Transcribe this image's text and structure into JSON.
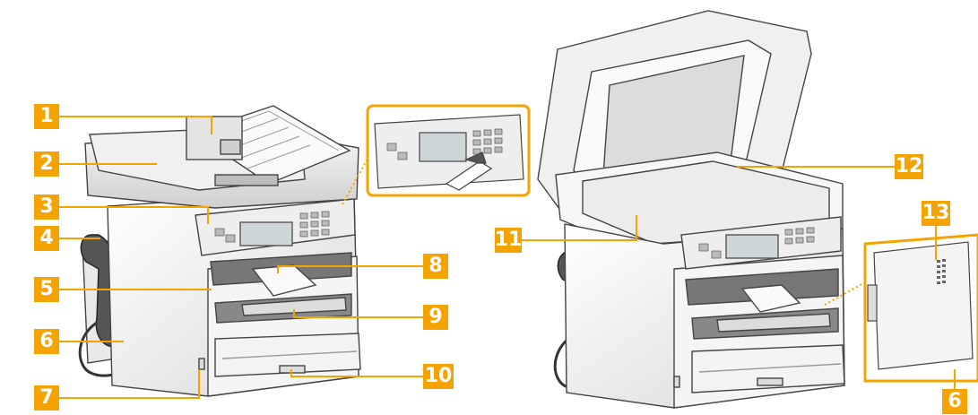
{
  "colors": {
    "accent": "#f5a300",
    "body": "#ffffff",
    "outline": "#444444",
    "glass": "#f3f3f3",
    "panel": "#e8e8e8"
  },
  "callouts": [
    {
      "id": "c1",
      "label": "1"
    },
    {
      "id": "c2",
      "label": "2"
    },
    {
      "id": "c3",
      "label": "3"
    },
    {
      "id": "c4",
      "label": "4"
    },
    {
      "id": "c5",
      "label": "5"
    },
    {
      "id": "c6",
      "label": "6"
    },
    {
      "id": "c7",
      "label": "7"
    },
    {
      "id": "c8",
      "label": "8"
    },
    {
      "id": "c9",
      "label": "9"
    },
    {
      "id": "c10",
      "label": "10"
    },
    {
      "id": "c11",
      "label": "11"
    },
    {
      "id": "c12",
      "label": "12"
    },
    {
      "id": "c13",
      "label": "13"
    },
    {
      "id": "c6b",
      "label": "6"
    }
  ]
}
